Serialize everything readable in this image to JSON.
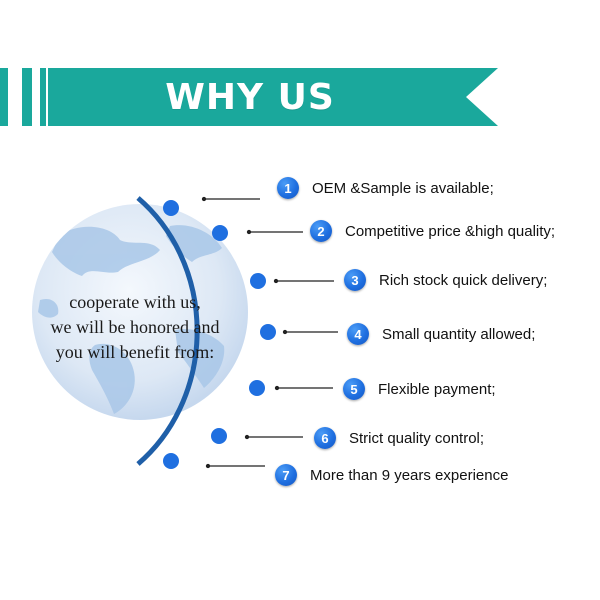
{
  "banner": {
    "title": "WHY US",
    "color": "#1aa89c"
  },
  "globe": {
    "caption_lines": [
      "cooperate with us,",
      "we will be honored and",
      "you will benefit from:"
    ],
    "arc_color": "#1f5fa8",
    "dot_color": "#1f6fe0"
  },
  "features": [
    {
      "number": "1",
      "text": "OEM &Sample is available;"
    },
    {
      "number": "2",
      "text": "Competitive price &high quality;"
    },
    {
      "number": "3",
      "text": "Rich stock quick delivery;"
    },
    {
      "number": "4",
      "text": "Small quantity allowed;"
    },
    {
      "number": "5",
      "text": "Flexible payment;"
    },
    {
      "number": "6",
      "text": "Strict quality control;"
    },
    {
      "number": "7",
      "text": "More than 9 years experience"
    }
  ]
}
